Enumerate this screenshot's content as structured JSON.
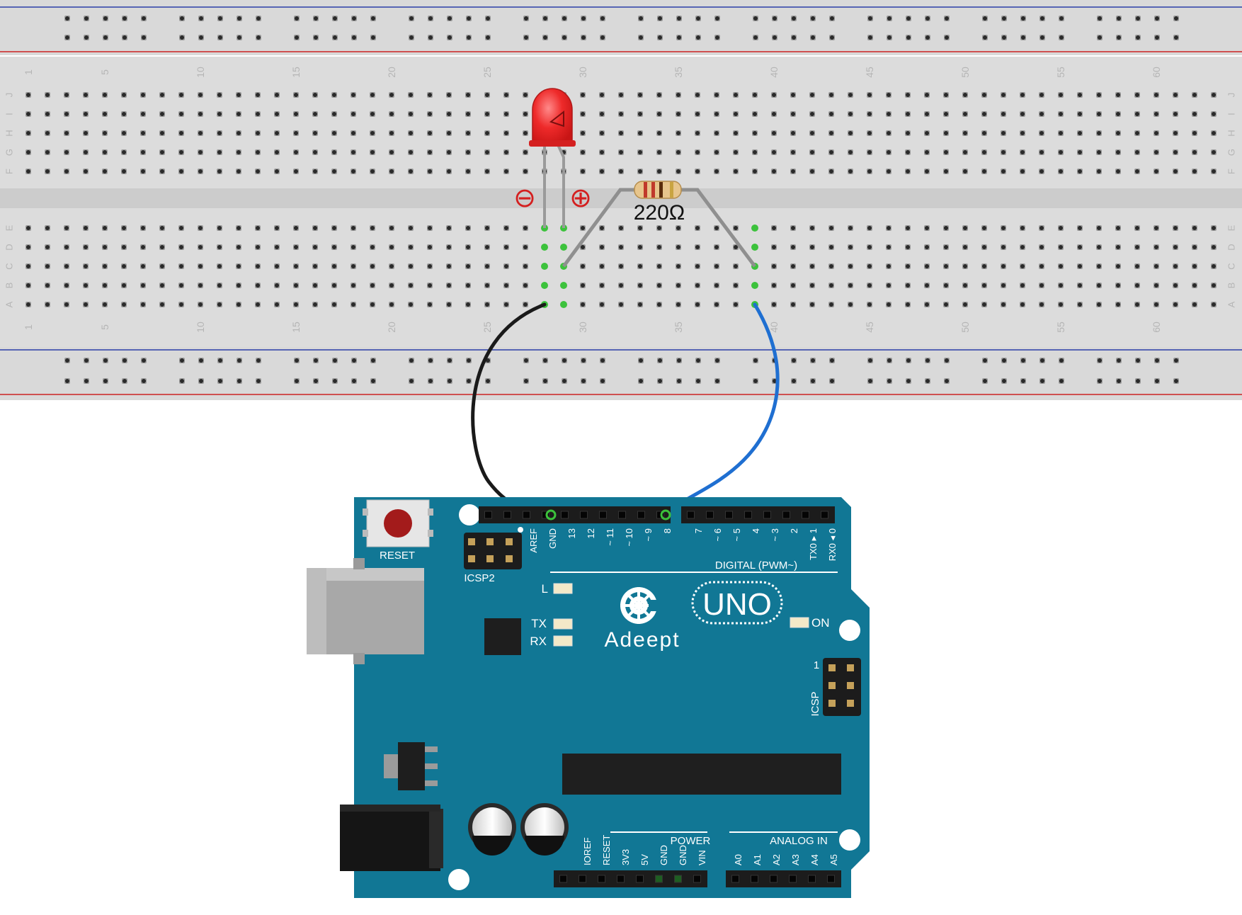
{
  "breadboard": {
    "column_numbers": [
      "1",
      "5",
      "10",
      "15",
      "20",
      "25",
      "30",
      "35",
      "40",
      "45",
      "50",
      "55",
      "60"
    ],
    "row_letters_top": [
      "J",
      "I",
      "H",
      "G",
      "F"
    ],
    "row_letters_bottom": [
      "E",
      "D",
      "C",
      "B",
      "A"
    ]
  },
  "components": {
    "led": {
      "color": "#e8262b",
      "minus_symbol": "⊖",
      "plus_symbol": "⊕"
    },
    "resistor": {
      "label": "220Ω"
    },
    "wires": {
      "gnd_wire_color": "#1a1a1a",
      "signal_wire_color": "#1f6fd1"
    }
  },
  "arduino": {
    "board_color": "#117795",
    "reset_label": "RESET",
    "icsp2_label": "ICSP2",
    "icsp_label": "ICSP",
    "icsp_pin1": "1",
    "header_top_labels": [
      "AREF",
      "GND",
      "13",
      "12",
      "~ 11",
      "~ 10",
      "~ 9",
      "8",
      "7",
      "~ 6",
      "~ 5",
      "4",
      "~ 3",
      "2",
      "TX0 ▸ 1",
      "RX0 ◂ 0"
    ],
    "digital_label": "DIGITAL (PWM~)",
    "led_l": "L",
    "led_tx": "TX",
    "led_rx": "RX",
    "led_on": "ON",
    "brand": "Adeept",
    "model": "UNO",
    "power_label": "POWER",
    "power_pins": [
      "IOREF",
      "RESET",
      "3V3",
      "5V",
      "GND",
      "GND",
      "VIN"
    ],
    "analog_label": "ANALOG IN",
    "analog_pins": [
      "A0",
      "A1",
      "A2",
      "A3",
      "A4",
      "A5"
    ]
  }
}
